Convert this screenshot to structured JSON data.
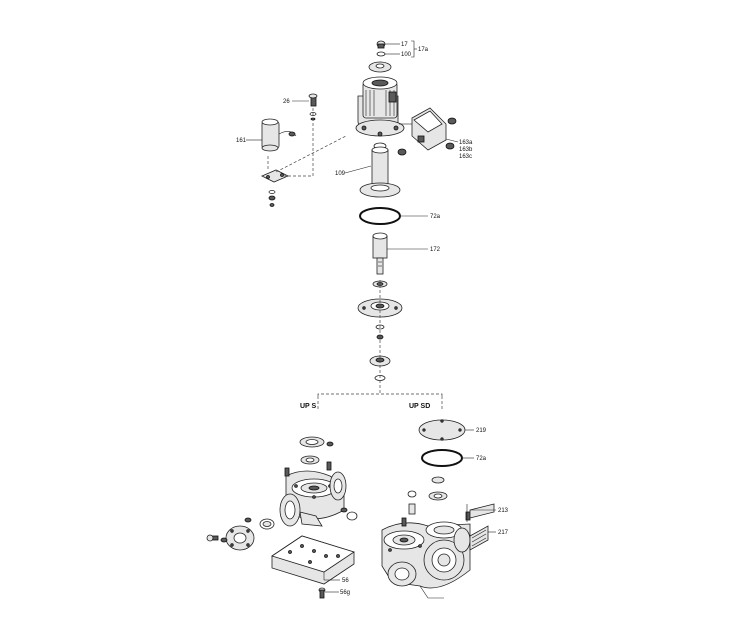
{
  "labels": {
    "l17": "17",
    "l100": "100",
    "l17a": "17a",
    "l26": "26",
    "l161": "161",
    "l163a": "163a",
    "l163b": "163b",
    "l163c": "163c",
    "l109": "109",
    "l72a_top": "72a",
    "l172": "172",
    "l219": "219",
    "l72a_bottom": "72a",
    "l213": "213",
    "l217": "217",
    "l56": "56",
    "l56g": "56g"
  },
  "sections": {
    "up_s": "UP S",
    "up_sd": "UP SD"
  },
  "colors": {
    "line": "#222222",
    "part_fill": "#e6e6e6",
    "dark_fill": "#5a5a5a"
  }
}
